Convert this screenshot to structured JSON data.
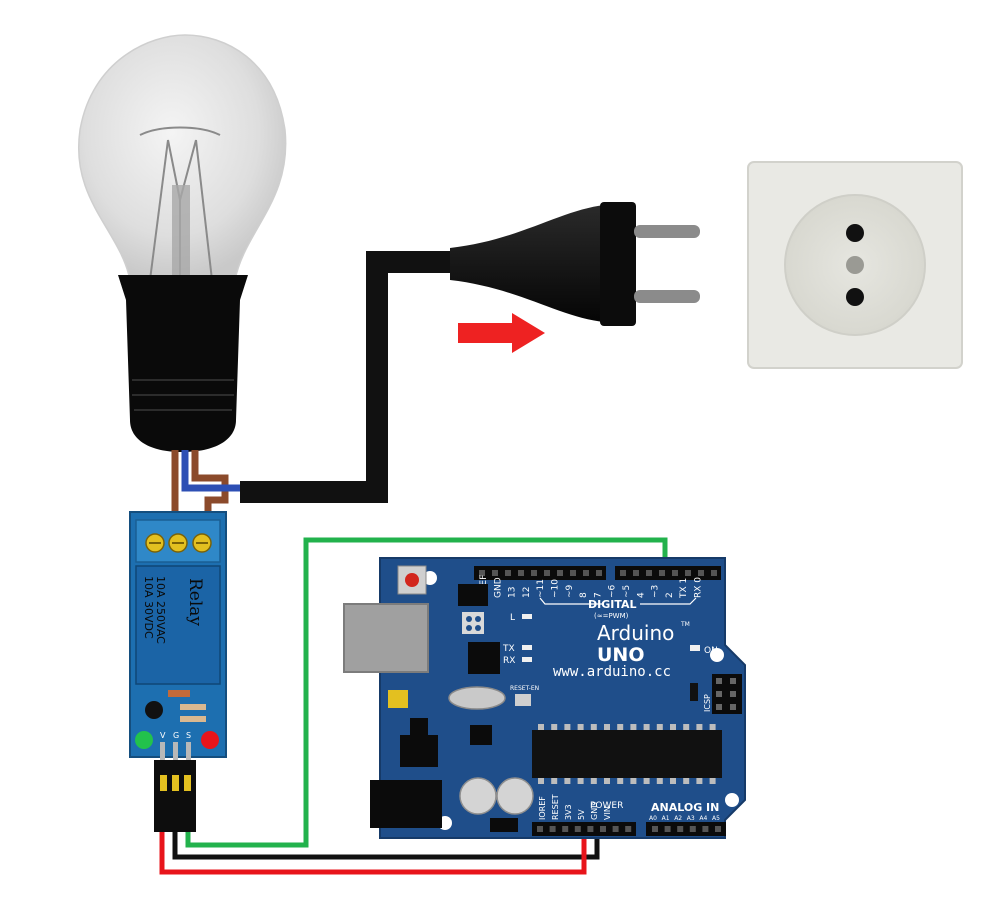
{
  "relay": {
    "name": "Relay",
    "rating_ac": "10A 250VAC",
    "rating_dc": "10A 30VDC",
    "pin_v": "V",
    "pin_g": "G",
    "pin_s": "S"
  },
  "arduino": {
    "brand": "Arduino",
    "tm": "TM",
    "model": "UNO",
    "url": "www.arduino.cc",
    "digital": "DIGITAL",
    "pwm_note": "(≈=PWM)",
    "digital_pins": [
      "AREF",
      "GND",
      "13",
      "12",
      "~11",
      "~10",
      "~9",
      "8",
      "7",
      "~6",
      "~5",
      "4",
      "~3",
      "2",
      "TX 1",
      "RX 0"
    ],
    "label_l": "L",
    "label_tx": "TX",
    "label_rx": "RX",
    "label_on": "ON",
    "label_icsp": "ICSP",
    "label_reset_en": "RESET-EN",
    "power": "POWER",
    "power_pins": [
      "IOREF",
      "RESET",
      "3V3",
      "5V",
      "GND",
      "VIN"
    ],
    "analog": "ANALOG IN",
    "analog_pins": [
      "A0",
      "A1",
      "A2",
      "A3",
      "A4",
      "A5"
    ]
  },
  "colors": {
    "board": "#1f4e8a",
    "relay_board": "#1d6fb0",
    "terminal": "#2f88c8",
    "wire_green": "#22b24c",
    "wire_red": "#e8141b",
    "wire_black": "#111111",
    "wire_brown": "#8b4a2b",
    "wire_blue": "#2d4fb4",
    "arrow": "#ee2222",
    "socket": "#e8e8e2"
  }
}
